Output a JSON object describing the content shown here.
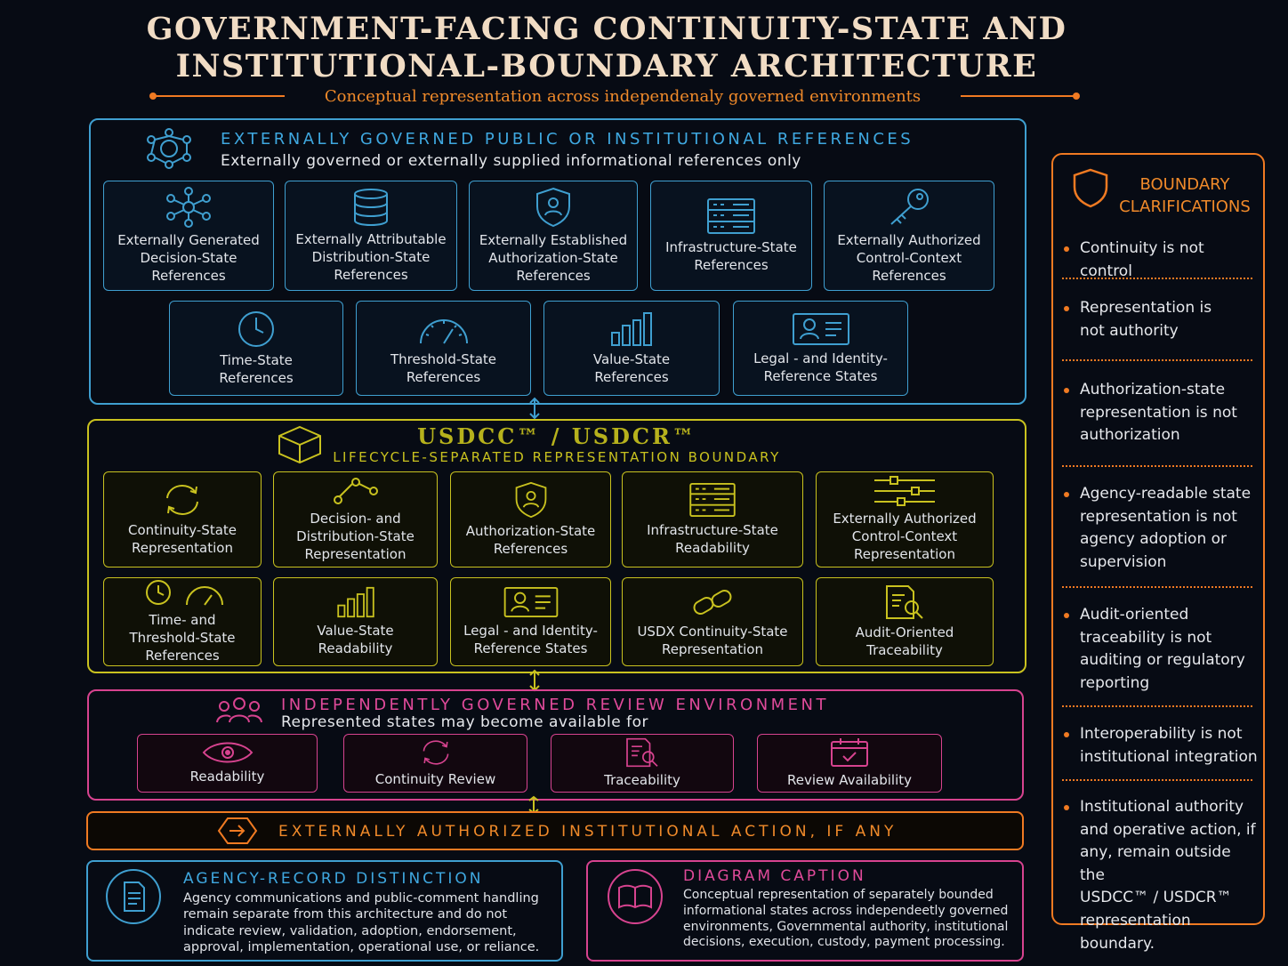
{
  "header": {
    "title_line1": "GOVERNMENT-FACING CONTINUITY-STATE AND",
    "title_line2": "INSTITUTIONAL-BOUNDARY ARCHITECTURE",
    "subtitle": "Conceptual representation across independenaly governed environments"
  },
  "external": {
    "title": "EXTERNALLY GOVERNED PUBLIC OR INSTITUTIONAL REFERENCES",
    "subtitle": "Externally governed or externally supplied informational references only",
    "cards": [
      {
        "label": "Externally Generated\nDecision-State\nReferences",
        "icon": "network-icon"
      },
      {
        "label": "Externally Attributable\nDistribution-State\nReferences",
        "icon": "database-icon"
      },
      {
        "label": "Externally Established\nAuthorization-State\nReferences",
        "icon": "shield-user-icon"
      },
      {
        "label": "Infrastructure-State\nReferences",
        "icon": "server-icon"
      },
      {
        "label": "Externally Authorized\nControl-Context\nReferences",
        "icon": "key-icon"
      },
      {
        "label": "Time-State\nReferences",
        "icon": "clock-icon"
      },
      {
        "label": "Threshold-State\nReferences",
        "icon": "gauge-icon"
      },
      {
        "label": "Value-State\nReferences",
        "icon": "bar-chart-icon"
      },
      {
        "label": "Legal - and Identity-\nReference States",
        "icon": "id-card-icon"
      }
    ]
  },
  "usdcc": {
    "title": "USDCC™ / USDCR™",
    "subtitle": "LIFECYCLE-SEPARATED REPRESENTATION BOUNDARY",
    "cards": [
      {
        "label": "Continuity-State\nRepresentation",
        "icon": "cycle-icon"
      },
      {
        "label": "Decision- and\nDistribution-State\nRepresentation",
        "icon": "branch-icon"
      },
      {
        "label": "Authorization-State\nReferences",
        "icon": "shield-user-icon"
      },
      {
        "label": "Infrastructure-State\nReadability",
        "icon": "server-icon"
      },
      {
        "label": "Externally Authorized\nControl-Context\nRepresentation",
        "icon": "sliders-icon"
      },
      {
        "label": "Time- and\nThreshold-State\nReferences",
        "icon": "clock-gauge-icon"
      },
      {
        "label": "Value-State\nReadability",
        "icon": "bar-chart-icon"
      },
      {
        "label": "Legal - and Identity-\nReference States",
        "icon": "id-card-icon"
      },
      {
        "label": "USDX Continuity-State\nRepresentation",
        "icon": "link-icon"
      },
      {
        "label": "Audit-Oriented\nTraceability",
        "icon": "document-search-icon"
      }
    ]
  },
  "review": {
    "title": "INDEPENDENTLY GOVERNED REVIEW ENVIRONMENT",
    "subtitle": "Represented states may become available for",
    "cards": [
      {
        "label": "Readability",
        "icon": "eye-icon"
      },
      {
        "label": "Continuity Review",
        "icon": "cycle-icon"
      },
      {
        "label": "Traceability",
        "icon": "document-search-icon"
      },
      {
        "label": "Review Availability",
        "icon": "calendar-check-icon"
      }
    ]
  },
  "action": {
    "label": "EXTERNALLY AUTHORIZED INSTITUTIONAL ACTION, IF ANY"
  },
  "agency": {
    "title": "AGENCY-RECORD DISTINCTION",
    "text": "Agency communications and public-comment handling remain separate from this architecture and do not indicate review, validation, adoption, endorsement, approval, implementation, operational use, or reliance."
  },
  "caption": {
    "title": "DIAGRAM CAPTION",
    "text": "Conceptual representation of separately bounded informational states across independeetly governed environments, Governmental authority, institutional decisions, execution, custody, payment processing."
  },
  "boundary": {
    "title_line1": "BOUNDARY",
    "title_line2": "CLARIFICATIONS",
    "items": [
      "Continuity is not control",
      "Representation is\nnot authority",
      "Authorization-state\nrepresentation is not\nauthorization",
      "Agency-readable state\nrepresentation is not\nagency adoption or\nsupervision",
      "Audit-oriented\ntraceability is not\nauditing or regulatory\nreporting",
      "Interoperability is not\ninstitutional integration",
      "Institutional authority\nand operative action, if\nany, remain outside the\nUSDCC™ / USDCR™\nrepresentation boundary."
    ]
  },
  "colors": {
    "blue": "#3f9fd0",
    "yellow": "#c9c21f",
    "pink": "#d7438f",
    "orange": "#f07a22"
  }
}
